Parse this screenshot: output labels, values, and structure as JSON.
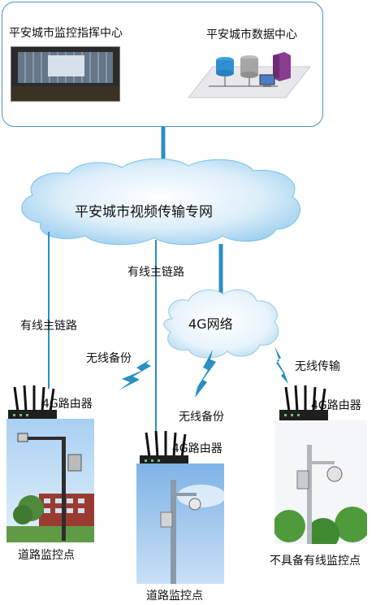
{
  "top": {
    "command_center": "平安城市监控指挥中心",
    "data_center": "平安城市数据中心"
  },
  "network": {
    "video_net": "平安城市视频传输专网",
    "cellular": "4G网络"
  },
  "links": {
    "wired_left": "有线主链路",
    "wired_mid": "有线主链路",
    "wireless_backup_left": "无线备份",
    "wireless_backup_mid": "无线备份",
    "wireless_transmit": "无线传输"
  },
  "routers": {
    "left": "4G路由器",
    "mid": "4G路由器",
    "right": "4G路由器"
  },
  "sites": {
    "left": "道路监控点",
    "mid": "道路监控点",
    "right": "不具备有线监控点"
  },
  "colors": {
    "line_blue": "#2a8fc3",
    "panel_border": "#4a90c8"
  }
}
